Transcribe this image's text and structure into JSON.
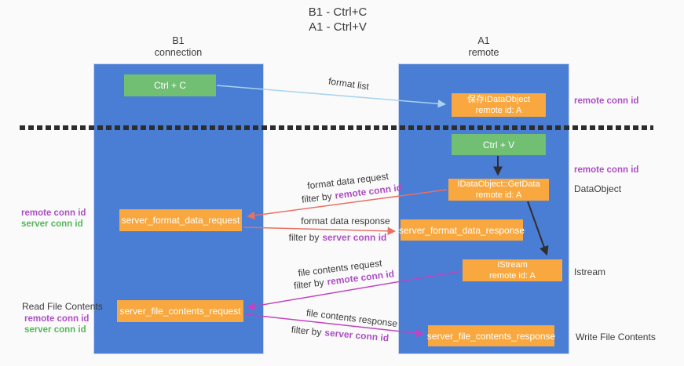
{
  "title": {
    "line1": "B1 - Ctrl+C",
    "line2": "A1 - Ctrl+V"
  },
  "headers": {
    "left": {
      "line1": "B1",
      "line2": "connection"
    },
    "right": {
      "line1": "A1",
      "line2": "remote"
    }
  },
  "boxes": {
    "ctrl_c": "Ctrl + C",
    "ctrl_v": "Ctrl + V",
    "save_idataobject": {
      "line1": "保存IDataObject",
      "line2": "remote id: A"
    },
    "getdata": {
      "line1": "IDataObject::GetData",
      "line2": "remote id: A"
    },
    "istream": {
      "line1": "IStream",
      "line2": "remote id: A"
    },
    "server_format_data_request": "server_format_data_request",
    "server_format_data_response": "server_format_data_response",
    "server_file_contents_request": "server_file_contents_request",
    "server_file_contents_response": "server_file_contents_response"
  },
  "arrows": {
    "format_list": "format list",
    "format_data_request": "format data request",
    "format_data_response": "format data response",
    "file_contents_request": "file contents request",
    "file_contents_response": "file contents response",
    "filter_by": "filter by"
  },
  "shared": {
    "remote_conn_id": "remote conn id",
    "server_conn_id": "server conn id"
  },
  "side": {
    "read_file_contents": "Read File Contents",
    "write_file_contents": "Write File Contents",
    "dataobject": "DataObject",
    "istream": "Istream"
  },
  "colors": {
    "background": "#fafafa",
    "lifeline_blue": "#4a7dd4",
    "box_orange": "#f8a83f",
    "box_green": "#70bf73",
    "arrow_light_blue": "#a8d4f0",
    "arrow_red": "#e97064",
    "arrow_magenta": "#c044c0",
    "arrow_black": "#2f2f2f",
    "label_purple": "#ad4fc4",
    "label_green": "#55b65c",
    "divider_dash": "#2d2d2d"
  }
}
